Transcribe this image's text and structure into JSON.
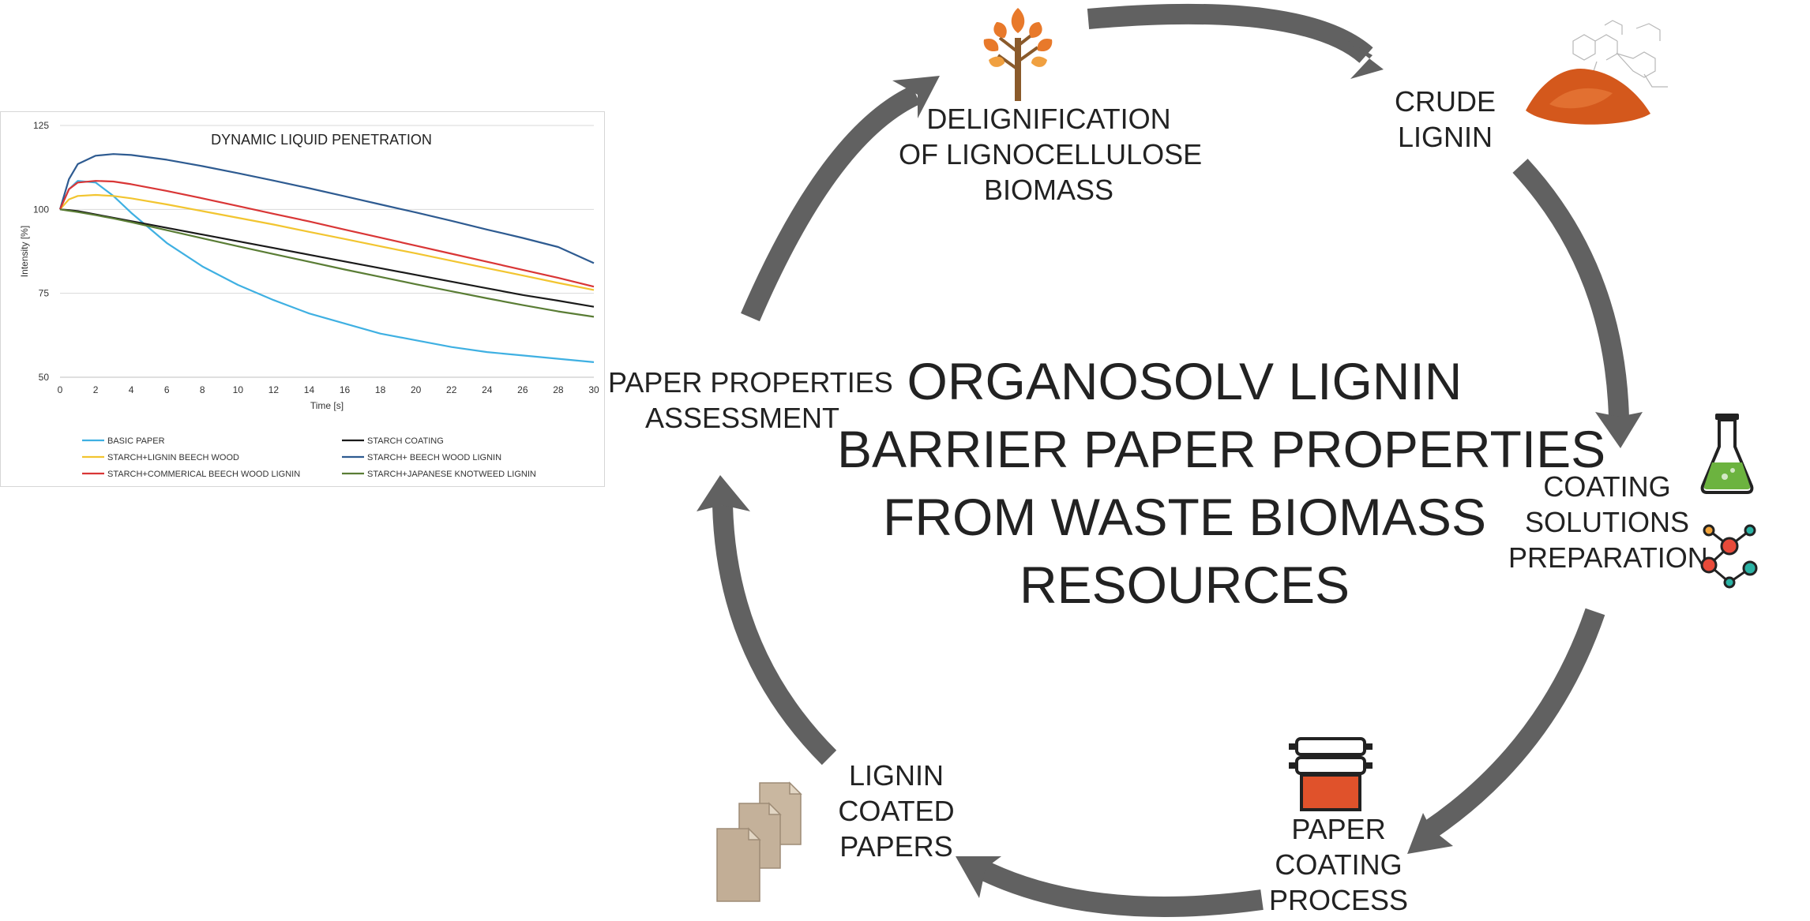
{
  "center_title": {
    "line1": "ORGANOSOLV LIGNIN",
    "line2": "BARRIER PAPER PROPERTIES",
    "line3": "FROM WASTE BIOMASS",
    "line4": "RESOURCES"
  },
  "steps": {
    "delignification": [
      "DELIGNIFICATION",
      "OF LIGNOCELLULOSE",
      "BIOMASS"
    ],
    "crude_lignin": [
      "CRUDE",
      "LIGNIN"
    ],
    "coating_solutions": [
      "COATING",
      "SOLUTIONS",
      "PREPARATION"
    ],
    "paper_coating": [
      "PAPER",
      "COATING",
      "PROCESS"
    ],
    "coated_papers": [
      "LIGNIN",
      "COATED",
      "PAPERS"
    ],
    "assessment": [
      "PAPER PROPERTIES",
      "ASSESSMENT"
    ]
  },
  "icons": {
    "delignification": "tree-icon",
    "crude_lignin": "lignin-powder-icon",
    "coating_solutions_flask": "flask-icon",
    "coating_solutions_molecule": "molecule-icon",
    "paper_coating": "coating-machine-icon",
    "coated_papers": "paper-stack-icon"
  },
  "colors": {
    "arrow": "#616161",
    "tree": "#e8792a",
    "powder": "#d4581c",
    "flask_liquid": "#6cb33f",
    "coating_red": "#e0522b",
    "paper": "#c9b7a0"
  },
  "chart_data": {
    "type": "line",
    "title": "DYNAMIC LIQUID PENETRATION",
    "xlabel": "Time [s]",
    "ylabel": "Intensity [%]",
    "xlim": [
      0,
      30
    ],
    "ylim": [
      50,
      125
    ],
    "xticks": [
      0,
      2,
      4,
      6,
      8,
      10,
      12,
      14,
      16,
      18,
      20,
      22,
      24,
      26,
      28,
      30
    ],
    "yticks": [
      50,
      75,
      100,
      125
    ],
    "grid": "horizontal",
    "legend_position": "bottom",
    "x": [
      0,
      0.5,
      1,
      2,
      3,
      4,
      6,
      8,
      10,
      12,
      14,
      16,
      18,
      20,
      22,
      24,
      26,
      28,
      30
    ],
    "series": [
      {
        "name": "BASIC PAPER",
        "color": "#3fb0e2",
        "values": [
          100,
          106,
          108.5,
          108,
          104,
          99,
          90,
          83,
          77.5,
          73,
          69,
          66,
          63,
          61,
          59,
          57.5,
          56.5,
          55.5,
          54.5
        ]
      },
      {
        "name": "STARCH COATING",
        "color": "#1a1a1a",
        "values": [
          100,
          99.8,
          99.5,
          98.5,
          97.5,
          96.5,
          94.5,
          92.5,
          90.5,
          88.5,
          86.5,
          84.5,
          82.5,
          80.5,
          78.5,
          76.5,
          74.5,
          72.8,
          71
        ]
      },
      {
        "name": "STARCH+LIGNIN BEECH WOOD",
        "color": "#f2c530",
        "values": [
          100,
          103,
          104,
          104.3,
          104,
          103.3,
          101.5,
          99.5,
          97.5,
          95.5,
          93.3,
          91.2,
          89,
          86.9,
          84.7,
          82.5,
          80.3,
          78.1,
          76
        ]
      },
      {
        "name": "STARCH+ BEECH WOOD LIGNIN",
        "color": "#2e5b91",
        "values": [
          100,
          109,
          113.5,
          116,
          116.5,
          116.2,
          114.8,
          112.9,
          110.8,
          108.6,
          106.3,
          103.9,
          101.5,
          99.1,
          96.6,
          94,
          91.5,
          88.8,
          84
        ]
      },
      {
        "name": "STARCH+COMMERICAL BEECH WOOD LIGNIN",
        "color": "#d93636",
        "values": [
          100,
          106,
          108,
          108.5,
          108.3,
          107.5,
          105.5,
          103.3,
          101,
          98.7,
          96.4,
          94,
          91.6,
          89.2,
          86.8,
          84.4,
          82,
          79.6,
          77
        ]
      },
      {
        "name": "STARCH+JAPANESE KNOTWEED LIGNIN",
        "color": "#5a7d35",
        "values": [
          100,
          99.6,
          99.2,
          98.3,
          97.3,
          96.2,
          93.8,
          91.4,
          89,
          86.7,
          84.4,
          82.1,
          79.9,
          77.7,
          75.6,
          73.5,
          71.5,
          69.6,
          68
        ]
      }
    ]
  }
}
